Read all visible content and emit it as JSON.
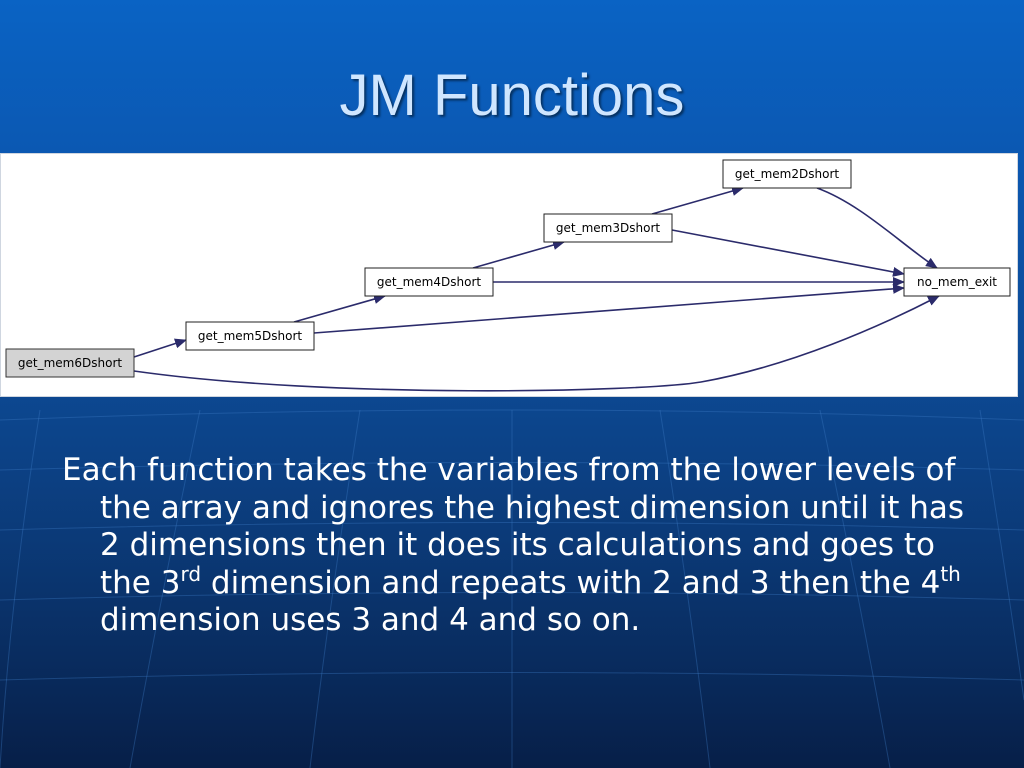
{
  "slide": {
    "title": "JM Functions",
    "body": {
      "part1": "Each function takes the variables from the lower levels of the array and ignores the highest dimension until it has 2 dimensions then it does its calculations and goes to the 3",
      "sup1": "rd",
      "part2": " dimension and repeats with 2 and 3 then the 4",
      "sup2": "th",
      "part3": " dimension uses 3 and 4 and so on."
    }
  },
  "diagram": {
    "nodes": [
      {
        "id": "get_mem6Dshort",
        "label": "get_mem6Dshort",
        "root": true
      },
      {
        "id": "get_mem5Dshort",
        "label": "get_mem5Dshort"
      },
      {
        "id": "get_mem4Dshort",
        "label": "get_mem4Dshort"
      },
      {
        "id": "get_mem3Dshort",
        "label": "get_mem3Dshort"
      },
      {
        "id": "get_mem2Dshort",
        "label": "get_mem2Dshort"
      },
      {
        "id": "no_mem_exit",
        "label": "no_mem_exit"
      }
    ],
    "edges": [
      {
        "from": "get_mem6Dshort",
        "to": "get_mem5Dshort"
      },
      {
        "from": "get_mem6Dshort",
        "to": "no_mem_exit"
      },
      {
        "from": "get_mem5Dshort",
        "to": "get_mem4Dshort"
      },
      {
        "from": "get_mem5Dshort",
        "to": "no_mem_exit"
      },
      {
        "from": "get_mem4Dshort",
        "to": "get_mem3Dshort"
      },
      {
        "from": "get_mem4Dshort",
        "to": "no_mem_exit"
      },
      {
        "from": "get_mem3Dshort",
        "to": "get_mem2Dshort"
      },
      {
        "from": "get_mem3Dshort",
        "to": "no_mem_exit"
      },
      {
        "from": "get_mem2Dshort",
        "to": "no_mem_exit"
      }
    ]
  },
  "colors": {
    "edge": "#2b2b6b",
    "title_text": "#cfe6ff",
    "body_text": "#ffffff"
  }
}
